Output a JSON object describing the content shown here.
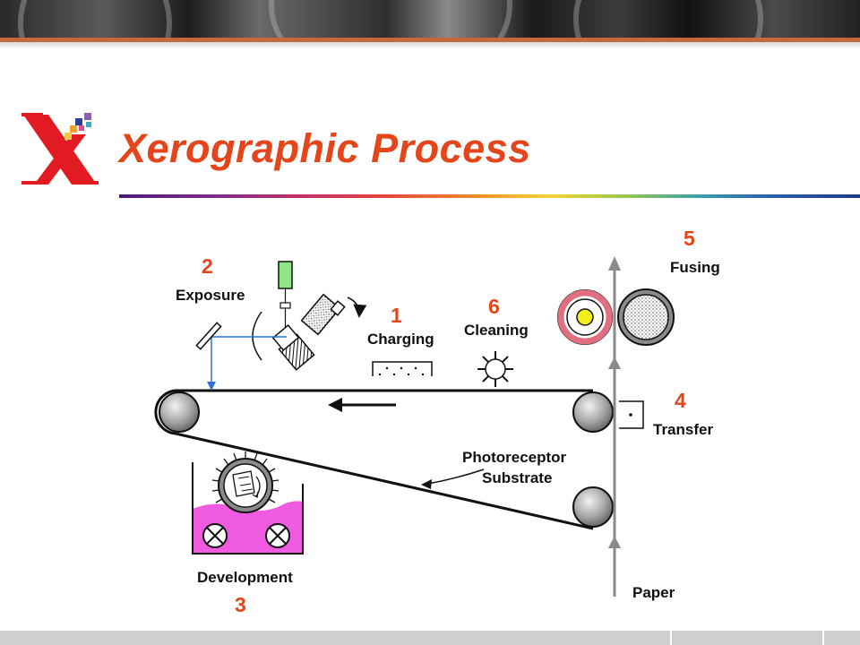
{
  "slide": {
    "title": "Xerographic Process"
  },
  "steps": [
    {
      "number": "1",
      "label": "Charging"
    },
    {
      "number": "2",
      "label": "Exposure"
    },
    {
      "number": "3",
      "label": "Development"
    },
    {
      "number": "4",
      "label": "Transfer"
    },
    {
      "number": "5",
      "label": "Fusing"
    },
    {
      "number": "6",
      "label": "Cleaning"
    }
  ],
  "labels": {
    "photoreceptor_line1": "Photoreceptor",
    "photoreceptor_line2": "Substrate",
    "paper": "Paper"
  },
  "colors": {
    "title": "#e4451b",
    "step_number": "#e4451b",
    "developer_fluid": "#f05ae0",
    "fuser_ring": "#e07080",
    "fuser_core": "#f4ee1a",
    "laser": "#8ee58a",
    "exposure_beam": "#2f6fd6"
  },
  "icons": [
    "xerox-logo-icon",
    "laser-icon",
    "mirror-icon",
    "lens-icon",
    "polygon-mirror-icon",
    "charge-corotron-icon",
    "cleaning-brush-icon",
    "fuser-roll-icon",
    "pressure-roll-icon",
    "transfer-corotron-icon",
    "developer-roll-icon"
  ]
}
